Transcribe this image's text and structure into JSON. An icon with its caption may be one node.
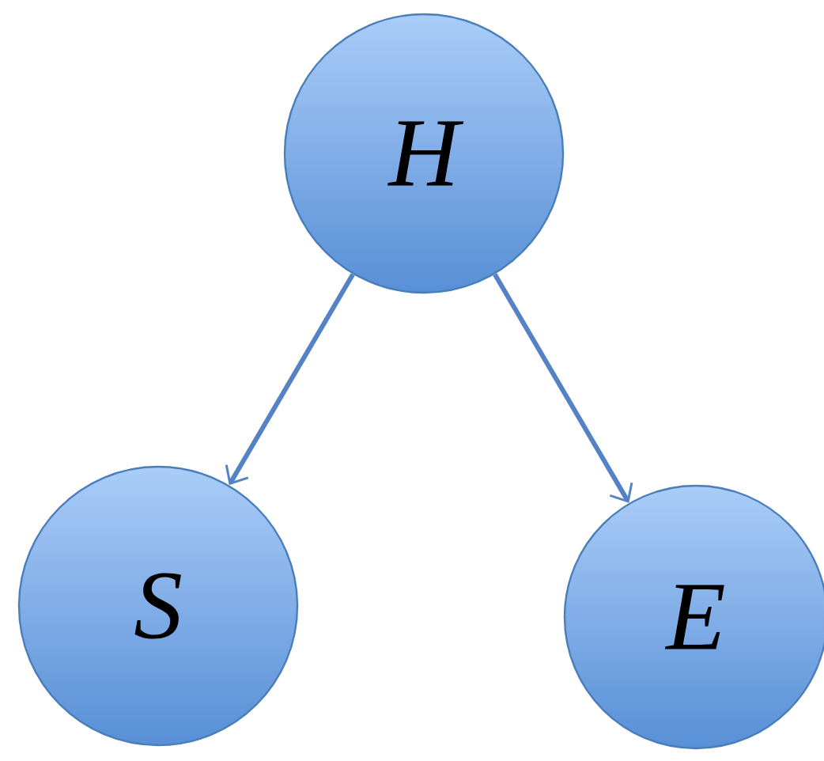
{
  "diagram": {
    "nodes": [
      {
        "text": [
          "H"
        ]
      },
      {
        "text": [
          "S"
        ]
      },
      {
        "text": [
          "E"
        ]
      }
    ],
    "edges": [
      {
        "from": 0,
        "to": 1,
        "arrow": "to"
      },
      {
        "from": 0,
        "to": 2,
        "arrow": "to"
      }
    ]
  }
}
